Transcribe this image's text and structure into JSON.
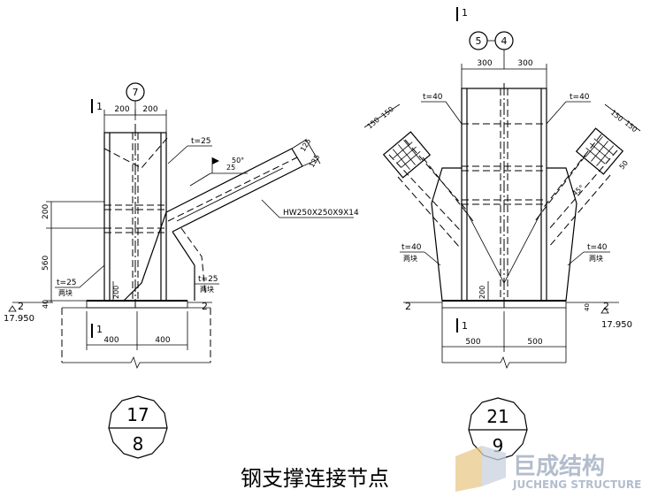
{
  "caption": "钢支撑连接节点",
  "watermark": {
    "cn": "巨成结构",
    "en": "JUCHENG STRUCTURE"
  },
  "left_detail": {
    "section_mark": "1",
    "section_mark_bottom": "1",
    "axis_label": "7",
    "dim_top": [
      "200",
      "200"
    ],
    "dim_left": [
      "200",
      "560",
      "40"
    ],
    "dim_bottom": [
      "400",
      "400"
    ],
    "dim_200_inner": "200",
    "plate_t25_top": "t=25",
    "plate_t25_left": "t=25",
    "plate_t25_right": "t=25",
    "two_sides_left": "两块",
    "two_sides_right": "两块",
    "angle": "50°",
    "weld_symbol": "25",
    "brace_dims": [
      "125",
      "125"
    ],
    "brace_section": "HW250X250X9X14",
    "level_mark": "2",
    "level_mark_right": "2",
    "elevation": "17.950",
    "detail_no_top": "17",
    "detail_no_bottom": "8"
  },
  "right_detail": {
    "section_mark_top": "1",
    "section_mark_bottom": "1",
    "axis_label_left": "5",
    "axis_label_right": "4",
    "dim_top": [
      "300",
      "300"
    ],
    "plate_t40_left_top": "t=40",
    "plate_t40_right_top": "t=40",
    "plate_t40_left_bot": "t=40",
    "plate_t40_right_bot": "t=40",
    "two_sides_left": "两块",
    "two_sides_right": "两块",
    "bolt_dims_left": [
      "150",
      "150"
    ],
    "bolt_dims_right": [
      "150",
      "150"
    ],
    "bolt_dim_right_small": "50",
    "angle": "45°",
    "dim_200": "200",
    "dim_40": "40",
    "dim_bottom": [
      "500",
      "500"
    ],
    "level_mark_left": "2",
    "level_mark_right": "2",
    "elevation": "17.950",
    "detail_no_top": "21",
    "detail_no_bottom": "9"
  }
}
